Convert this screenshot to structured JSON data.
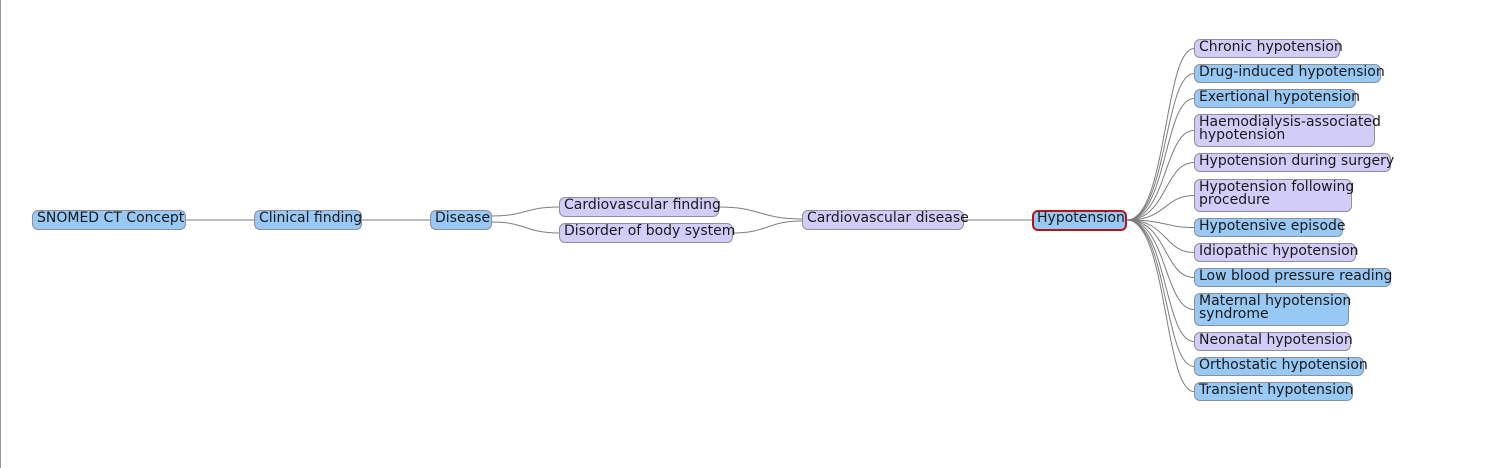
{
  "colors": {
    "defined_concept": "#98c8f4",
    "primitive_concept": "#d2cdf8",
    "focus_border": "#b01818",
    "edge": "#7d7d7d"
  },
  "nodes": {
    "root": {
      "label": "SNOMED CT Concept",
      "style": "blue"
    },
    "clinical_finding": {
      "label": "Clinical finding",
      "style": "blue"
    },
    "disease": {
      "label": "Disease",
      "style": "blue"
    },
    "cardiovascular_finding": {
      "label": "Cardiovascular finding",
      "style": "lavender"
    },
    "disorder_of_body_system": {
      "label": "Disorder of body system",
      "style": "lavender"
    },
    "cardiovascular_disease": {
      "label": "Cardiovascular disease",
      "style": "lavender"
    },
    "focus": {
      "label": "Hypotension",
      "style": "blue"
    }
  },
  "children": [
    {
      "lines": [
        "Chronic hypotension"
      ],
      "style": "lavender"
    },
    {
      "lines": [
        "Drug-induced hypotension"
      ],
      "style": "blue"
    },
    {
      "lines": [
        "Exertional hypotension"
      ],
      "style": "blue"
    },
    {
      "lines": [
        "Haemodialysis-associated",
        "hypotension"
      ],
      "style": "lavender"
    },
    {
      "lines": [
        "Hypotension during surgery"
      ],
      "style": "lavender"
    },
    {
      "lines": [
        "Hypotension following",
        "procedure"
      ],
      "style": "lavender"
    },
    {
      "lines": [
        "Hypotensive episode"
      ],
      "style": "blue"
    },
    {
      "lines": [
        "Idiopathic hypotension"
      ],
      "style": "lavender"
    },
    {
      "lines": [
        "Low blood pressure reading"
      ],
      "style": "blue"
    },
    {
      "lines": [
        "Maternal hypotension",
        "syndrome"
      ],
      "style": "blue"
    },
    {
      "lines": [
        "Neonatal hypotension"
      ],
      "style": "lavender"
    },
    {
      "lines": [
        "Orthostatic hypotension"
      ],
      "style": "blue"
    },
    {
      "lines": [
        "Transient hypotension"
      ],
      "style": "blue"
    }
  ]
}
